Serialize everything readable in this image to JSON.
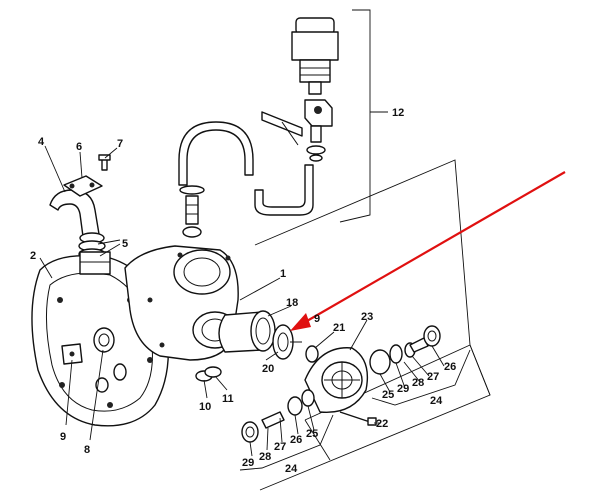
{
  "callouts": {
    "c1": "1",
    "c2": "2",
    "c4": "4",
    "c5": "5",
    "c6": "6",
    "c7": "7",
    "c8": "8",
    "c9a": "9",
    "c9b": "9",
    "c10": "10",
    "c11": "11",
    "c12": "12",
    "c18": "18",
    "c20": "20",
    "c21": "21",
    "c22": "22",
    "c23": "23",
    "c24a": "24",
    "c24b": "24",
    "c25a": "25",
    "c25b": "25",
    "c26a": "26",
    "c26b": "26",
    "c27a": "27",
    "c27b": "27",
    "c28a": "28",
    "c28b": "28",
    "c29a": "29",
    "c29b": "29"
  },
  "colors": {
    "arrow": "#e01010",
    "line": "#111111"
  }
}
